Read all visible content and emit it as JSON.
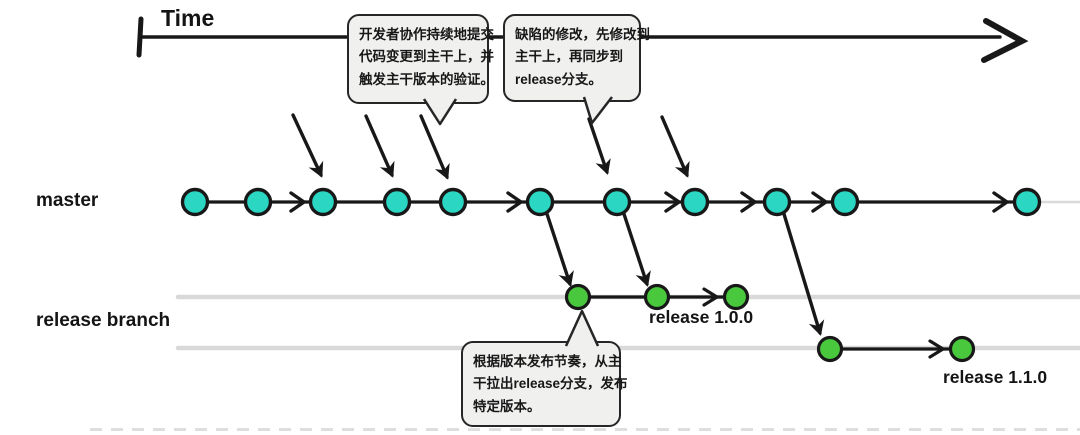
{
  "labels": {
    "time_axis": "Time",
    "master": "master",
    "release_branch": "release branch",
    "release_1_0_0": "release 1.0.0",
    "release_1_1_0": "release 1.1.0"
  },
  "bubbles": {
    "commit_note": {
      "lines": [
        "开发者协作持续地提交",
        "代码变更到主干上，并",
        "触发主干版本的验证。"
      ]
    },
    "hotfix_note": {
      "lines": [
        "缺陷的修改，先修改到",
        "主干上，再同步到",
        "release分支。"
      ]
    },
    "branch_note": {
      "lines": [
        "根据版本发布节奏，从主",
        "干拉出release分支，发布",
        "特定版本。"
      ]
    }
  },
  "colors": {
    "master_commit": "#2bd6c3",
    "release_commit": "#49c83d",
    "line": "#181818",
    "band": "#d9d9d9",
    "bubble_bg": "#f0f0ef",
    "bubble_border": "#262626",
    "background": "#ffffff"
  },
  "structure": {
    "branches": [
      {
        "name": "master",
        "commit_count": 11
      },
      {
        "name": "release 1.0.0",
        "commit_count": 3
      },
      {
        "name": "release 1.1.0",
        "commit_count": 2
      }
    ]
  }
}
